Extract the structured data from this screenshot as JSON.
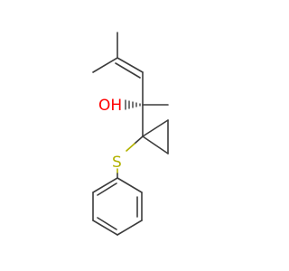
{
  "molecule": {
    "atoms": {
      "oxygen": {
        "symbol": "O",
        "suffix": "H",
        "color": "#ff0000"
      },
      "sulfur": {
        "symbol": "S",
        "color": "#b2b200"
      }
    },
    "colors": {
      "bond": "#3c3c3c",
      "hydroxyl": "#ff0000",
      "thioether": "#b2b200"
    }
  }
}
